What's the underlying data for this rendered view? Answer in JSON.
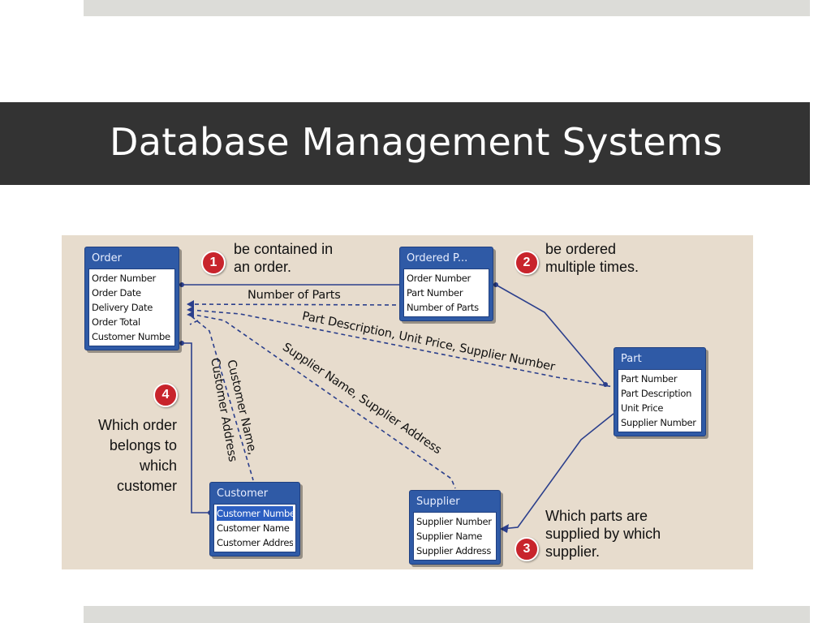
{
  "slide": {
    "title": "Database Management Systems"
  },
  "tables": {
    "order": {
      "title": "Order",
      "fields": [
        "Order Number",
        "Order Date",
        "Delivery Date",
        "Order Total",
        "Customer Numbe"
      ]
    },
    "ordered_parts": {
      "title": "Ordered P...",
      "fields": [
        "Order Number",
        "Part Number",
        "Number of Parts"
      ]
    },
    "part": {
      "title": "Part",
      "fields": [
        "Part Number",
        "Part Description",
        "Unit Price",
        "Supplier Number"
      ]
    },
    "customer": {
      "title": "Customer",
      "fields": [
        "Customer Numbe",
        "Customer Name",
        "Customer Addres"
      ],
      "selected_index": 0
    },
    "supplier": {
      "title": "Supplier",
      "fields": [
        "Supplier Number",
        "Supplier Name",
        "Supplier Address"
      ]
    }
  },
  "annotations": [
    {
      "number": "1",
      "lines": [
        "be contained in",
        "an order."
      ]
    },
    {
      "number": "2",
      "lines": [
        "be ordered",
        "multiple times."
      ]
    },
    {
      "number": "3",
      "lines": [
        "Which parts are",
        "supplied by which",
        "supplier."
      ]
    },
    {
      "number": "4",
      "lines": [
        "Which order",
        "belongs to",
        "which",
        "customer"
      ]
    }
  ],
  "link_labels": {
    "number_of_parts": "Number of Parts",
    "part_info": "Part Description, Unit Price, Supplier Number",
    "supplier_info": "Supplier Name, Supplier Address",
    "customer_name": "Customer Name,",
    "customer_address": "Customer Address"
  },
  "colors": {
    "figure_bg": "#e7dccd",
    "table_header": "#2f5aa6",
    "connector": "#2b3f8c",
    "badge": "#c8242c",
    "title_bar": "#333333"
  }
}
